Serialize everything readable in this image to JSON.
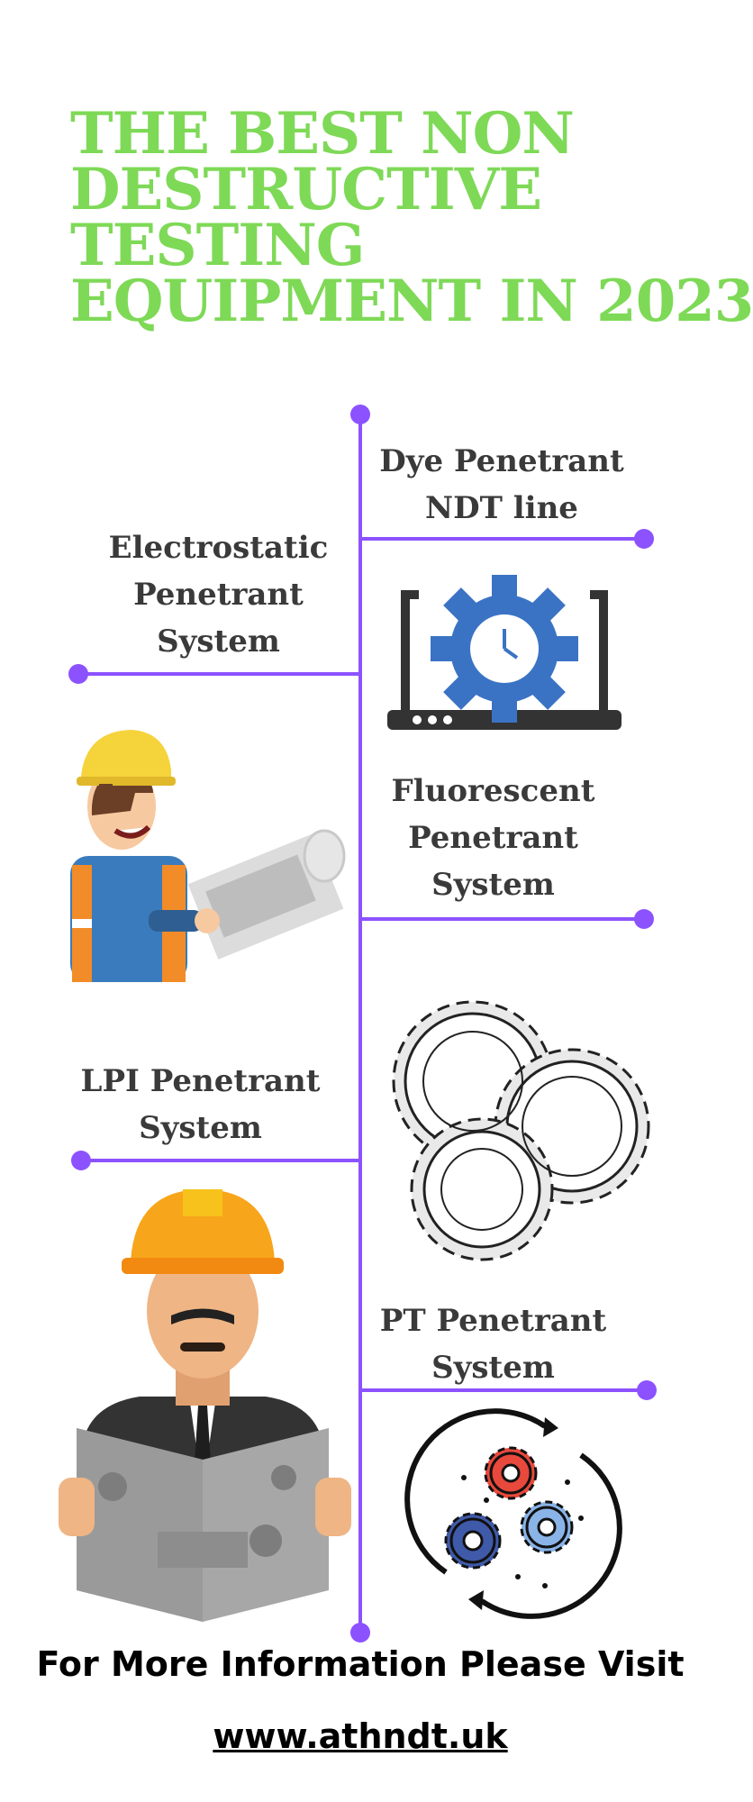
{
  "title": {
    "lines": [
      "THE BEST NON",
      "DESTRUCTIVE",
      "TESTING",
      "EQUIPMENT IN 2023"
    ],
    "color": "#7ed957"
  },
  "timeline": {
    "line_color": "#8c52ff",
    "items": [
      {
        "lines": [
          "Dye Penetrant",
          "NDT line"
        ],
        "side": "right"
      },
      {
        "lines": [
          "Electrostatic",
          "Penetrant",
          "System"
        ],
        "side": "left"
      },
      {
        "lines": [
          "Fluorescent",
          "Penetrant",
          "System"
        ],
        "side": "right"
      },
      {
        "lines": [
          "LPI Penetrant",
          "System"
        ],
        "side": "left"
      },
      {
        "lines": [
          "PT Penetrant",
          "System"
        ],
        "side": "right"
      }
    ]
  },
  "illustrations": [
    {
      "name": "laptop-clock-gear-icon",
      "color": "#3b73c4"
    },
    {
      "name": "worker-with-blueprint",
      "helmet_color": "#f5d33b"
    },
    {
      "name": "outline-gears-icon"
    },
    {
      "name": "engineer-reading-blueprint",
      "helmet_color": "#f7a51b"
    },
    {
      "name": "gears-cycle-icon",
      "gear_colors": [
        "#e8493c",
        "#3f5aa8",
        "#8ab4e8"
      ]
    }
  ],
  "footer": {
    "line1": "For More Information Please Visit",
    "link": "www.athndt.uk"
  }
}
